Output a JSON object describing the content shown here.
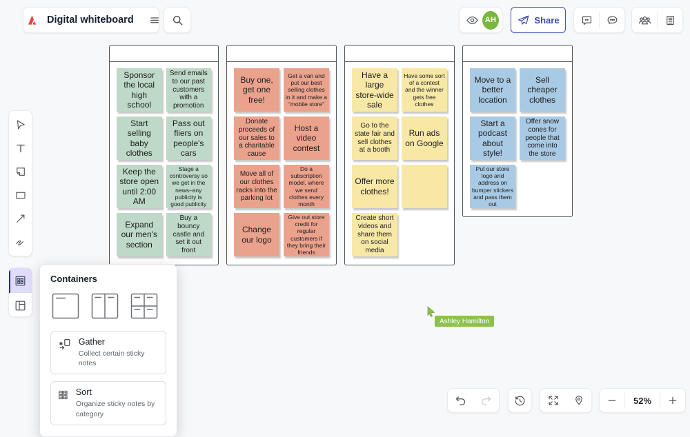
{
  "header": {
    "title": "Digital whiteboard",
    "avatar_initials": "AH",
    "share_label": "Share"
  },
  "containers_panel": {
    "title": "Containers",
    "gather_label": "Gather",
    "gather_desc": "Collect certain sticky notes",
    "sort_label": "Sort",
    "sort_desc": "Organize sticky notes by category"
  },
  "collaborator": {
    "name": "Ashley Hamilton"
  },
  "footer": {
    "zoom_level": "52%"
  },
  "colors": {
    "green_note": "#bed9c7",
    "salmon_note": "#eba28d",
    "yellow_note": "#f8e8a6",
    "blue_note": "#a9cae4",
    "accent_indigo": "#4254b5",
    "avatar_green": "#7ab642",
    "cursor_green": "#8dc04d"
  },
  "board": {
    "containers": [
      {
        "color": "#bed9c7",
        "notes": [
          "Sponsor the local high school",
          "Send emails to our past customers with a promotion",
          "Start selling baby clothes",
          "Pass out fliers on people's cars",
          "Keep the store open until 2:00 AM",
          "Stage a controversy so we get in the news–any publicity is good publicity",
          "Expand our men's section",
          "Buy a bouncy castle and set it out front"
        ]
      },
      {
        "color": "#eba28d",
        "notes": [
          "Buy one, get one free!",
          "Get a van and put our best selling clothes in it and make a “mobile store”",
          "Donate proceeds of our sales to a charitable cause",
          "Host a video contest",
          "Move all of our clothes racks into the parking lot",
          "Do a subscription model, where we send clothes every month",
          "Change our logo",
          "Give out store credit for regular customers if they bring their friends"
        ]
      },
      {
        "color": "#f8e8a6",
        "notes": [
          "Have a large store-wide sale",
          "Have some sort of a contest and the winner gets free clothes",
          "Go to the state fair and sell clothes at a booth",
          "Run ads on Google",
          "Offer more clothes!",
          "",
          "Create short videos and share them on social media"
        ]
      },
      {
        "color": "#a9cae4",
        "notes": [
          "Move to a better location",
          "Sell cheaper clothes",
          "Start a podcast about style!",
          "Offer snow cones for people that come into the store",
          "Put our store logo and address on bumper stickers and pass them out"
        ]
      }
    ]
  }
}
